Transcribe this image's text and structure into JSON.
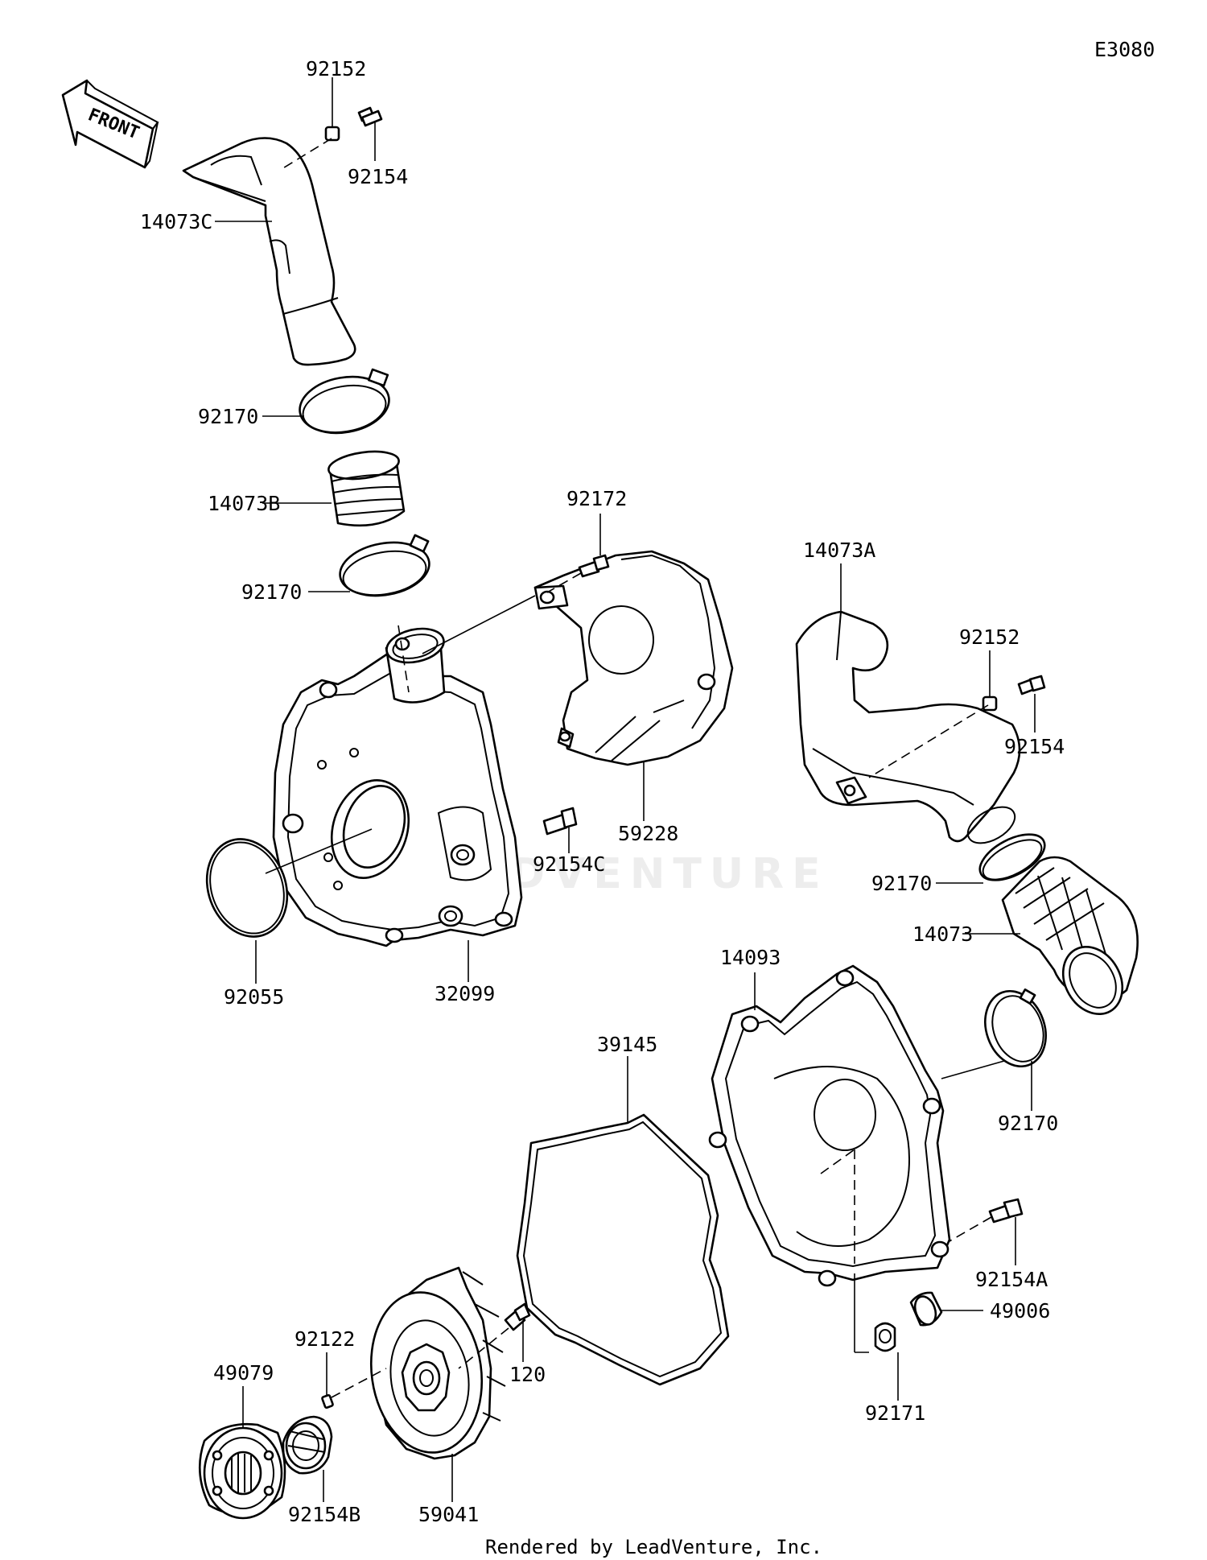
{
  "diagram_id": "E3080",
  "direction_marker": "FRONT",
  "watermark": "LEADVENTURE",
  "footer": "Rendered by LeadVenture, Inc.",
  "part_labels": {
    "p92152_top": "92152",
    "p92154_top": "92154",
    "p14073C": "14073C",
    "p92170_a": "92170",
    "p14073B": "14073B",
    "p92170_b": "92170",
    "p92172": "92172",
    "p14073A": "14073A",
    "p92152_right": "92152",
    "p92154_right": "92154",
    "p92154C": "92154C",
    "p59228": "59228",
    "p92170_c": "92170",
    "p14073": "14073",
    "p92055": "92055",
    "p32099": "32099",
    "p14093": "14093",
    "p39145": "39145",
    "p92170_d": "92170",
    "p92154A": "92154A",
    "p49006": "49006",
    "p92122": "92122",
    "p120": "120",
    "p49079": "49079",
    "p92171": "92171",
    "p59041": "59041",
    "p92154B": "92154B"
  }
}
